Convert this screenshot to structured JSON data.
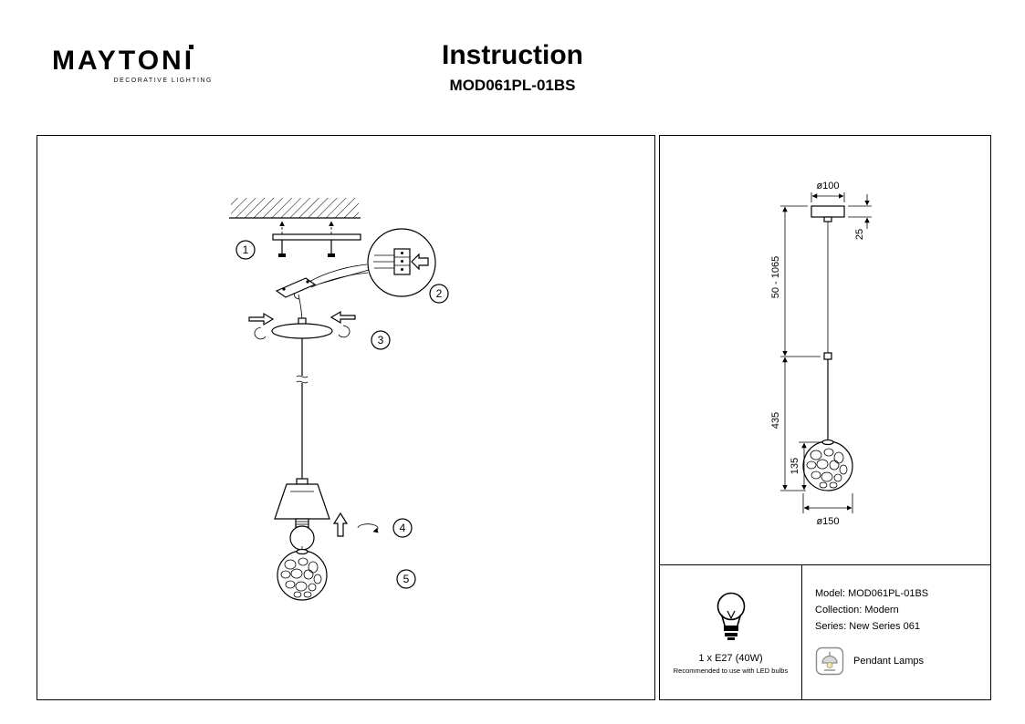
{
  "colors": {
    "ink": "#000000",
    "paper": "#ffffff"
  },
  "header": {
    "logo": "MAYTONI",
    "tagline": "DECORATIVE LIGHTING",
    "title": "Instruction",
    "model": "MOD061PL-01BS"
  },
  "assembly": {
    "steps": [
      "1",
      "2",
      "3",
      "4",
      "5"
    ]
  },
  "dimensions": {
    "canopy_diameter": "ø100",
    "canopy_height": "25",
    "suspension_length": "50 - 1065",
    "overall_drop": "435",
    "shade_height": "135",
    "shade_diameter": "ø150"
  },
  "lamp": {
    "bulb_spec": "1 x E27 (40W)",
    "bulb_note": "Recommended to use with LED bulbs"
  },
  "product": {
    "model": "Model: MOD061PL-01BS",
    "collection": "Collection: Modern",
    "series": "Series: New Series 061",
    "category": "Pendant Lamps"
  }
}
